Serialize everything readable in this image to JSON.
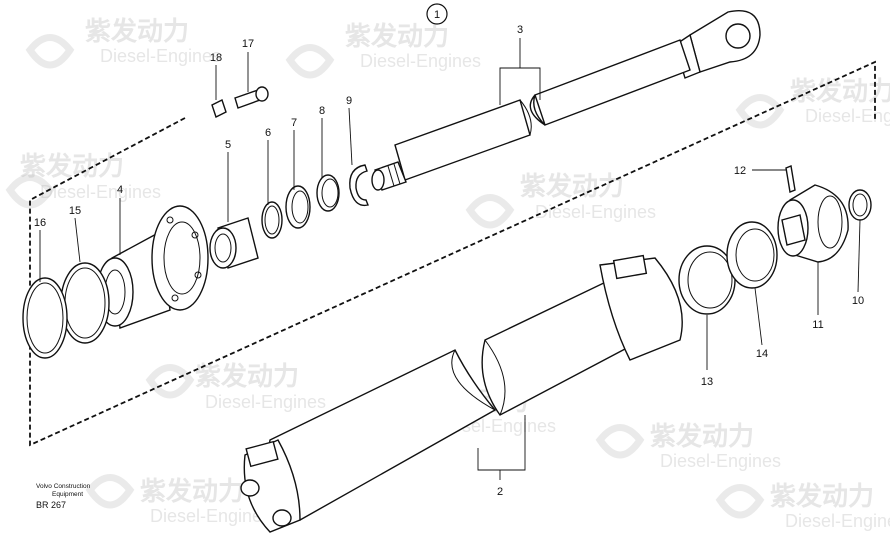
{
  "diagram": {
    "figure_number": "1",
    "caption_line1": "Volvo Construction",
    "caption_line2": "Equipment",
    "reference": "BR 267",
    "callouts": [
      "1",
      "2",
      "3",
      "4",
      "5",
      "6",
      "7",
      "8",
      "9",
      "10",
      "11",
      "12",
      "13",
      "14",
      "15",
      "16",
      "17",
      "18"
    ]
  },
  "watermark": {
    "text_cn": "紫发动力",
    "text_en": "Diesel-Engines"
  }
}
